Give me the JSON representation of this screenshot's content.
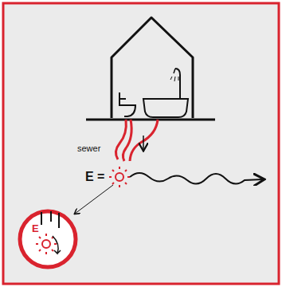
{
  "diagram": {
    "nodes": [
      {
        "text": [
          "E"
        ]
      }
    ],
    "labels": [
      "sewer",
      "E ="
    ]
  }
}
